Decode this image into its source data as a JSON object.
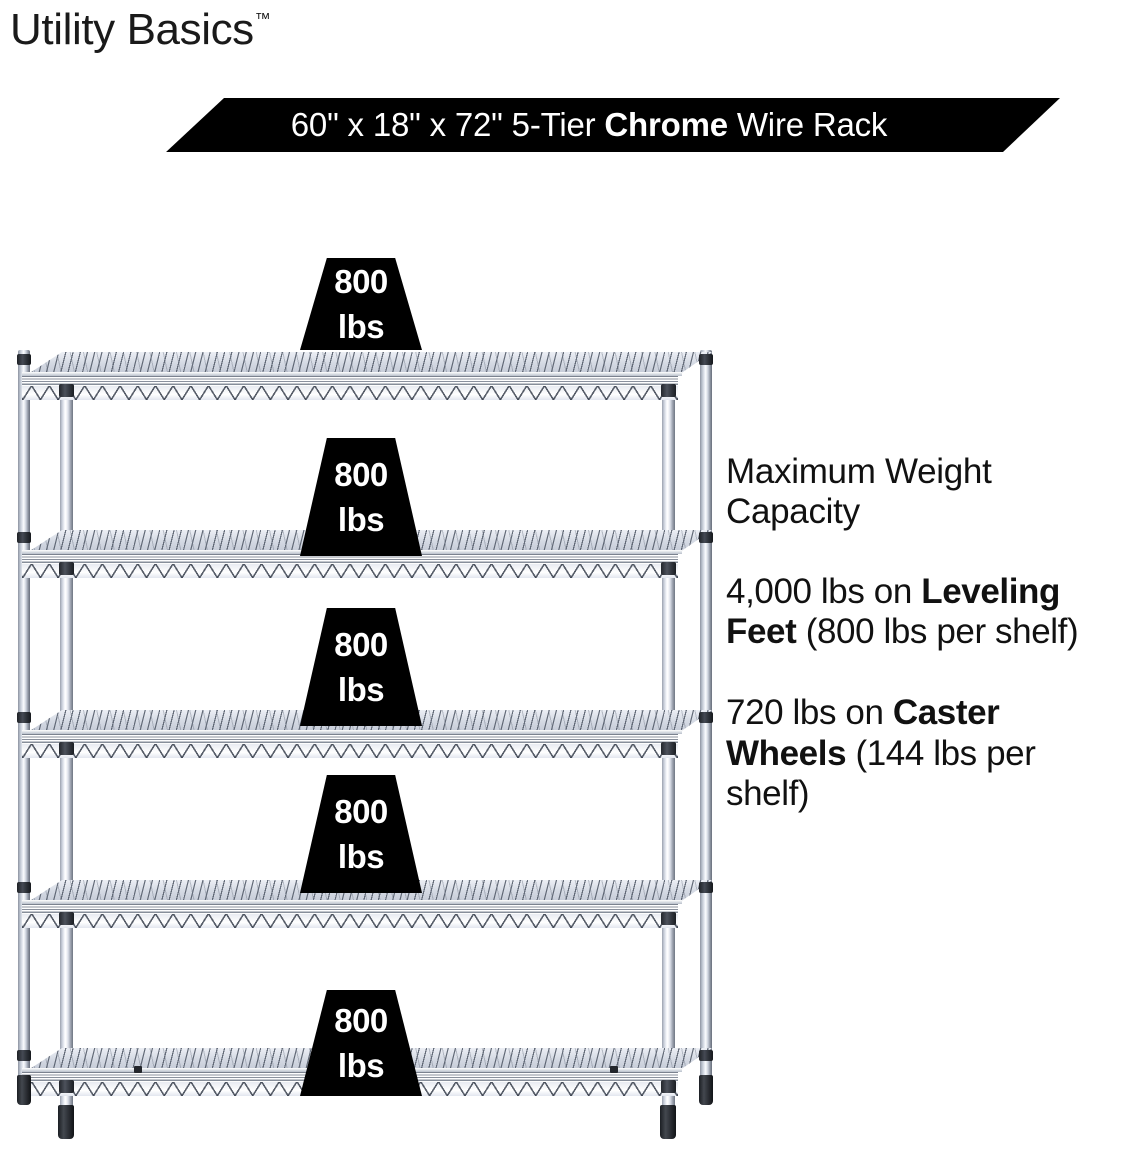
{
  "brand": {
    "name": "Utility Basics",
    "trademark": "™"
  },
  "banner": {
    "text_before_bold": "60\" x 18\" x 72\" 5-Tier ",
    "bold": "Chrome",
    "text_after_bold": " Wire Rack",
    "background_color": "#000000",
    "text_color": "#ffffff"
  },
  "product": {
    "type": "5-tier chrome wire shelving rack",
    "width_in": "60\"",
    "depth_in": "18\"",
    "height_in": "72\"",
    "tiers": 5,
    "finish": "Chrome"
  },
  "shelves": [
    {
      "index": 1,
      "weight": "800",
      "unit": "lbs"
    },
    {
      "index": 2,
      "weight": "800",
      "unit": "lbs"
    },
    {
      "index": 3,
      "weight": "800",
      "unit": "lbs"
    },
    {
      "index": 4,
      "weight": "800",
      "unit": "lbs"
    },
    {
      "index": 5,
      "weight": "800",
      "unit": "lbs"
    }
  ],
  "info": {
    "heading": "Maximum Weight Capacity",
    "leveling": {
      "total": "4,000 lbs on ",
      "bold": "Leveling Feet",
      "detail": " (800 lbs per shelf)"
    },
    "caster": {
      "total": "720 lbs on ",
      "bold": "Caster Wheels",
      "detail": " (144 lbs per shelf)"
    }
  },
  "colors": {
    "accent": "#000000",
    "text": "#111111",
    "background": "#ffffff",
    "chrome_light": "#f4f6fa",
    "chrome_mid": "#c9cfda",
    "chrome_dark": "#6f7682"
  }
}
